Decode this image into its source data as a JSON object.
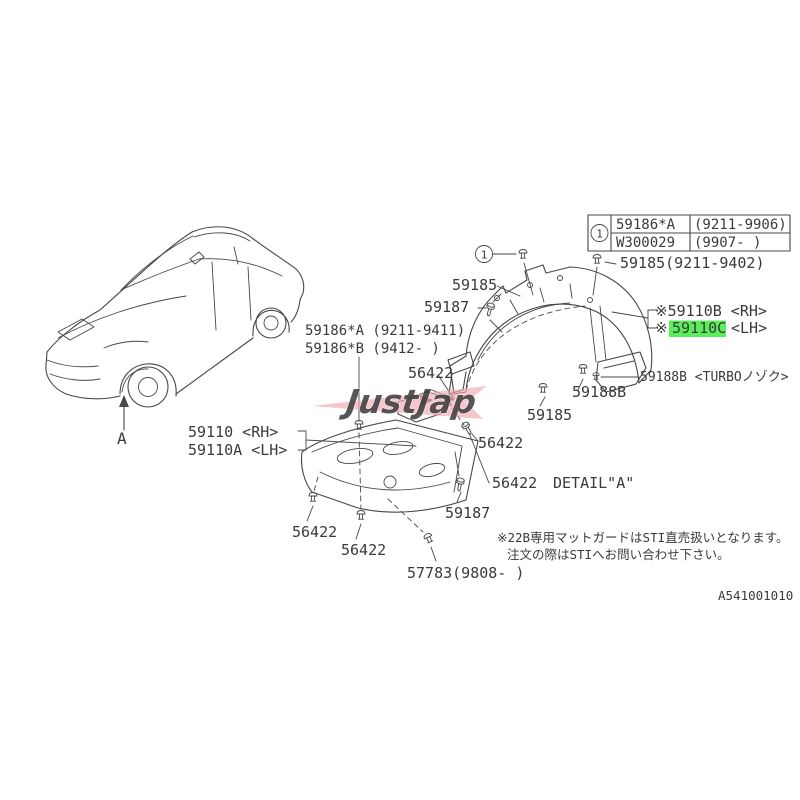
{
  "drawing_code": "A541001010",
  "colors": {
    "line": "#474747",
    "text": "#3a3a3a",
    "highlight_green": "#5aef5a",
    "watermark_red": "#e05d5f",
    "watermark_pink": "#f3a8b0"
  },
  "watermark": {
    "text": "JustJap"
  },
  "ref_table": {
    "ref_digit": "1",
    "rows": [
      {
        "part_no": "59186*A",
        "applicability": "(9211-9906)"
      },
      {
        "part_no": "W300029",
        "applicability": "(9907-    )"
      }
    ]
  },
  "callouts": {
    "ref_digit": "1",
    "l59185_dated": "59185(9211-9402)",
    "l59185": "59185",
    "l59187": "59187",
    "l59186_a": "59186*A (9211-9411)",
    "l59186_b": "59186*B (9412-      )",
    "l59110b_rh": "※59110B <RH>",
    "l59110c_prefix": "※",
    "l59110c_part": "59110C",
    "l59110c_suffix": "<LH>",
    "l59188b_turbo": "59188B <TURBOノゾク>",
    "l59188b": "59188B",
    "l56422": "56422",
    "detail_a": "DETAIL\"A\"",
    "l59110_rh": "59110  <RH>",
    "l59110a_lh": "59110A <LH>",
    "l57783": "57783(9808-    )",
    "view_arrow": "A"
  },
  "notes": {
    "line1": "※22B専用マットガードはSTI直売扱いとなります。",
    "line2": "注文の際はSTIへお問い合わせ下さい。"
  }
}
